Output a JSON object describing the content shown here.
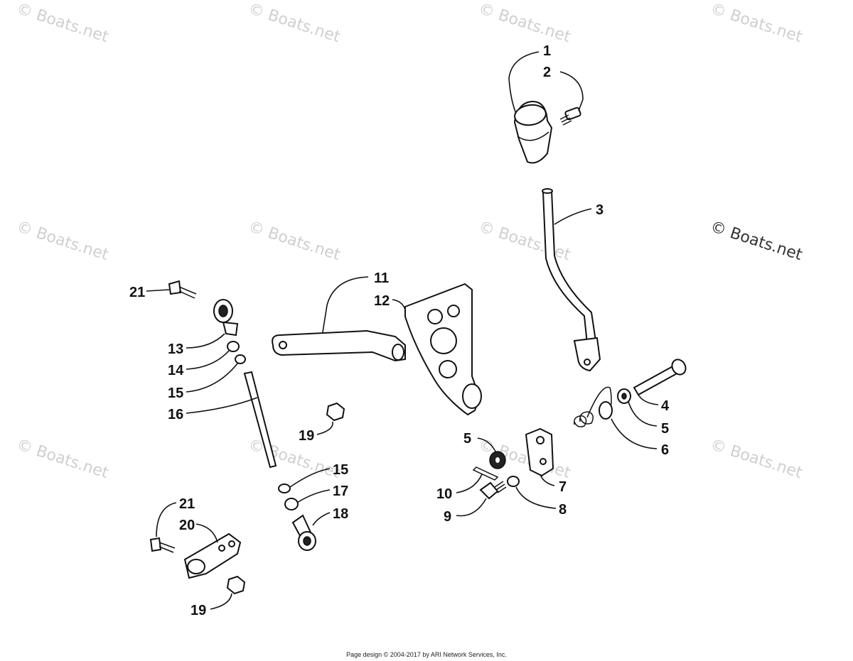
{
  "watermark": "© Boats.net",
  "callouts": {
    "c1": "1",
    "c2": "2",
    "c3": "3",
    "c4": "4",
    "c5a": "5",
    "c5b": "5",
    "c6": "6",
    "c7": "7",
    "c8": "8",
    "c9": "9",
    "c10": "10",
    "c11": "11",
    "c12": "12",
    "c13": "13",
    "c14": "14",
    "c15a": "15",
    "c15b": "15",
    "c16": "16",
    "c17": "17",
    "c18": "18",
    "c19a": "19",
    "c19b": "19",
    "c20": "20",
    "c21a": "21",
    "c21b": "21"
  },
  "footer": "Page design © 2004-2017 by ARI Network Services, Inc."
}
